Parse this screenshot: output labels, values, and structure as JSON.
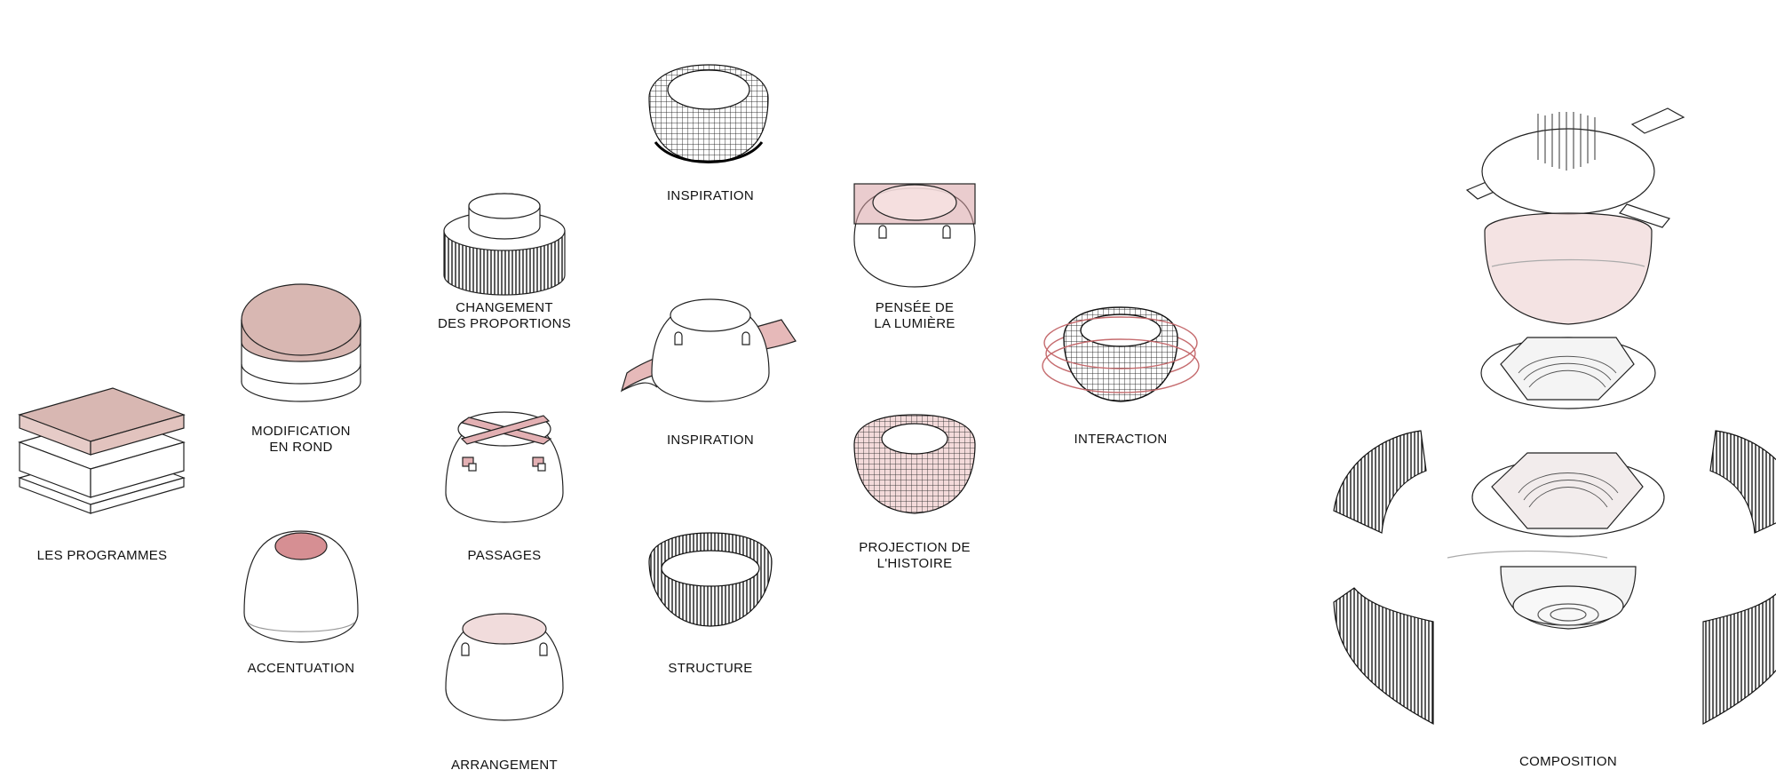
{
  "labels": {
    "les_programmes": "LES PROGRAMMES",
    "modification_1": "MODIFICATION",
    "modification_2": "EN ROND",
    "accentuation": "ACCENTUATION",
    "changement_1": "CHANGEMENT",
    "changement_2": "DES PROPORTIONS",
    "passages": "PASSAGES",
    "arrangement": "ARRANGEMENT",
    "inspiration_top": "INSPIRATION",
    "inspiration_mid": "INSPIRATION",
    "structure": "STRUCTURE",
    "pensee_1": "PENSÉE DE",
    "pensee_2": "LA LUMIÈRE",
    "projection_1": "PROJECTION DE",
    "projection_2": "L'HISTOIRE",
    "interaction": "INTERACTION",
    "composition": "COMPOSITION"
  },
  "colors": {
    "accent_pink": "#e6b9b9",
    "accent_pink_light": "#f1dcdc",
    "accent_rose": "#d99a9a",
    "line": "#222222"
  }
}
